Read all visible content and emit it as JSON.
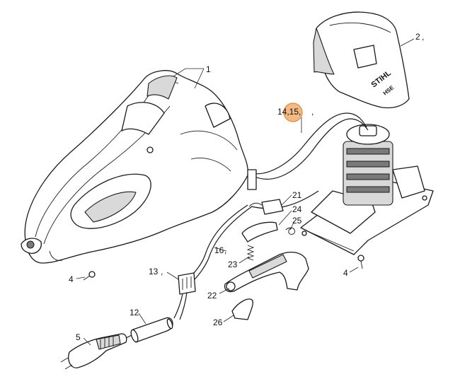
{
  "callouts": [
    {
      "id": "c1",
      "text": "1"
    },
    {
      "id": "c2",
      "text": "2"
    },
    {
      "id": "c2s",
      "text": ","
    },
    {
      "id": "c14",
      "text": "14,15,"
    },
    {
      "id": "c14s",
      "text": ","
    },
    {
      "id": "c16",
      "text": "16"
    },
    {
      "id": "c16s",
      "text": ","
    },
    {
      "id": "c21",
      "text": "21"
    },
    {
      "id": "c24",
      "text": "24"
    },
    {
      "id": "c25",
      "text": "25"
    },
    {
      "id": "c23",
      "text": "23"
    },
    {
      "id": "c13",
      "text": "13"
    },
    {
      "id": "c13s",
      "text": ","
    },
    {
      "id": "c22",
      "text": "22"
    },
    {
      "id": "c4a",
      "text": "4"
    },
    {
      "id": "c4b",
      "text": "4"
    },
    {
      "id": "c12",
      "text": "12"
    },
    {
      "id": "c5",
      "text": "5"
    },
    {
      "id": "c26",
      "text": "26"
    }
  ],
  "cover_logo": {
    "brand": "STIHL",
    "model": "HSE"
  },
  "highlight_color": "#f0a35c"
}
